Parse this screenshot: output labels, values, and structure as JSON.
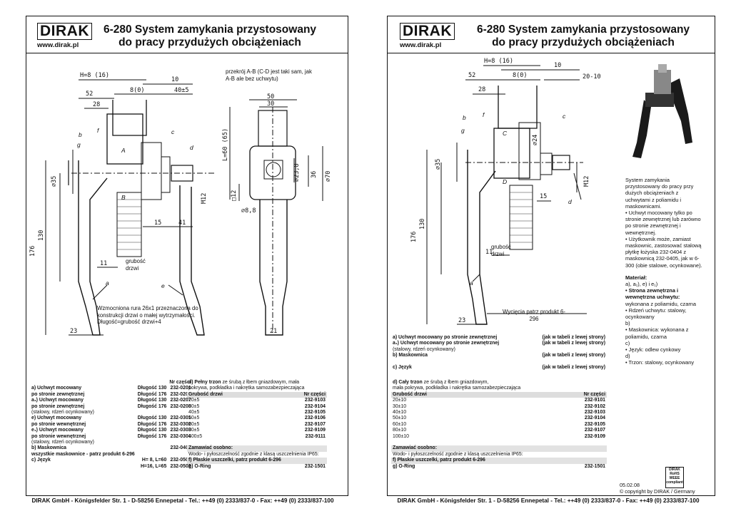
{
  "brand": {
    "logo": "DIRAK",
    "url": "www.dirak.pl"
  },
  "title_line1": "6-280 System zamykania przystosowany",
  "title_line2": "do pracy przydużych obciążeniach",
  "footer": "DIRAK GmbH - Königsfelder Str. 1 - D-58256 Ennepetal - Tel.: ++49 (0) 2333/837-0 - Fax: ++49 (0) 2333/837-100",
  "left": {
    "section_note": "przekrój A-B (C-D jest taki sam, jak A-B ale bez uchwytu)",
    "dims": {
      "h": "H=8  (16)",
      "d10": "10",
      "d52": "52",
      "d8": "8(0)",
      "d40": "40±5",
      "d28": "28",
      "d35": "⌀35",
      "d130": "130",
      "d176": "176",
      "d15": "15",
      "d41": "41",
      "d11": "11",
      "d23": "23",
      "d50": "50",
      "d30": "30",
      "dL": "L=60  (65)",
      "d238": "⌀23,8",
      "d36": "36",
      "d70": "⌀70",
      "d12": "□12",
      "d88": "⌀8,8",
      "d21": "21",
      "m12": "M12"
    },
    "labels": {
      "a": "a",
      "b": "b",
      "c": "c",
      "d": "d",
      "e": "e",
      "f": "f",
      "g": "g",
      "A": "A",
      "B": "B"
    },
    "gr_label": "grubość drzwi",
    "tube_note": "Wzmocniona rura 26x1 przeznaczona do konstrukcji drzwi o małej wytrzymałości. Długość=grubość drzwi+4",
    "parts_header": "Nr części",
    "parts": [
      {
        "c1": "a)  Uchwyt mocowany",
        "c2": "Długość 130",
        "c3": "232-0201",
        "bold": true
      },
      {
        "c1": "po stronie zewnętrznej",
        "c2": "Długość 176",
        "c3": "232-0202",
        "bold": true
      },
      {
        "c1": "a₁) Uchwyt mocowany",
        "c2": "Długość 130",
        "c3": "232-0207",
        "bold": true
      },
      {
        "c1": "po stronie zewnętrznej",
        "c2": "Długość 176",
        "c3": "232-0208",
        "bold": true
      },
      {
        "c1": "(stalowy, rdzeń ocynkowany)",
        "c2": "",
        "c3": "",
        "bold": false
      },
      {
        "c1": "e)  Uchwyt mocowany",
        "c2": "Długość 130",
        "c3": "232-0301",
        "bold": true
      },
      {
        "c1": "po stronie wewnętrznej",
        "c2": "Długość 176",
        "c3": "232-0302",
        "bold": true
      },
      {
        "c1": "e₁) Uchwyt mocowany",
        "c2": "Długość 130",
        "c3": "232-0303",
        "bold": true
      },
      {
        "c1": "po stronie wewnętrznej",
        "c2": "Długość 176",
        "c3": "232-0304",
        "bold": true
      },
      {
        "c1": "(stalowy, rdzeń ocynkowany)",
        "c2": "",
        "c3": "",
        "bold": false
      },
      {
        "c1": "b)  Maskownica",
        "c2": "",
        "c3": "232-0402",
        "bold": true
      },
      {
        "c1": "    wszystkie maskownice - patrz produkt 6-296",
        "c2": "",
        "c3": "",
        "bold": true
      },
      {
        "c1": "c)  Język",
        "c2": "H= 8, L=60",
        "c3": "232-0501",
        "bold": true
      },
      {
        "c1": "",
        "c2": "H=16, L=65",
        "c3": "232-0502",
        "bold": true
      }
    ],
    "trzon_title": "d)  Pełny trzon",
    "trzon_desc1": "ze śrubą z łbem gniazdowym, mała",
    "trzon_desc2": "pokrywa, podkładka i nakrętka samozabezpieczająca",
    "trzon_h1": "Grubość drzwi",
    "trzon_h2": "Nr części",
    "trzon": [
      {
        "g": "20±5",
        "n": "232-9103"
      },
      {
        "g": "30±5",
        "n": "232-9104"
      },
      {
        "g": "40±5",
        "n": "232-9105"
      },
      {
        "g": "50±5",
        "n": "232-9106"
      },
      {
        "g": "60±5",
        "n": "232-9107"
      },
      {
        "g": "80±5",
        "n": "232-9109"
      },
      {
        "g": "100±5",
        "n": "232-9111"
      }
    ],
    "zam_title": "Zamawiać osobno:",
    "zam_desc": "Wodo- i pyłoszczelność zgodnie z klasą uszczelnienia IP65:",
    "f_row": "f)  Płaskie uszczelki, patrz produkt 6-296",
    "g_row": "g)  O-Ring",
    "g_nr": "232-1501"
  },
  "right": {
    "dims": {
      "h": "H=8  (16)",
      "d10": "10",
      "d52": "52",
      "d8": "8(0)",
      "d20": "20-10",
      "d28": "28",
      "d35": "⌀35",
      "d24": "⌀24",
      "d130": "130",
      "d176": "176",
      "d15": "15",
      "d11": "11",
      "d23": "23",
      "m12": "M12"
    },
    "labels": {
      "a": "a",
      "b": "b",
      "c": "c",
      "d": "d",
      "f": "f",
      "g": "g",
      "C": "C",
      "D": "D"
    },
    "gr_label": "grubość drzwi",
    "wyciecie": "Wycięcia patrz produkt 6-296",
    "parts": [
      {
        "c1": "a)  Uchwyt mocowany po stronie zewnętrznej",
        "c2": "(jak w tabeli z lewej strony)",
        "bold": true
      },
      {
        "c1": "a₁) Uchwyt mocowany po stronie zewnętrznej",
        "c2": "(jak w tabeli z lewej strony)",
        "bold": true
      },
      {
        "c1": "(stalowy, rdzeń ocynkowany)",
        "c2": "",
        "bold": false
      },
      {
        "c1": "b)  Maskownica",
        "c2": "(jak w tabeli z lewej strony)",
        "bold": true
      },
      {
        "c1": "",
        "c2": "",
        "bold": false
      },
      {
        "c1": "c)  Język",
        "c2": "(jak w tabeli z lewej strony)",
        "bold": true
      }
    ],
    "trzon_title": "d)  Cały trzon",
    "trzon_desc1": "ze śrubą z łbem gniazdowym,",
    "trzon_desc2": "mała pokrywa, podkładka i nakrętka samozabezpieczająca",
    "trzon_h1": "Grubość drzwi",
    "trzon_h2": "Nr części",
    "trzon": [
      {
        "g": "20±10",
        "n": "232-9101"
      },
      {
        "g": "30±10",
        "n": "232-9102"
      },
      {
        "g": "40±10",
        "n": "232-9103"
      },
      {
        "g": "50±10",
        "n": "232-9104"
      },
      {
        "g": "60±10",
        "n": "232-9105"
      },
      {
        "g": "80±10",
        "n": "232-9107"
      },
      {
        "g": "100±10",
        "n": "232-9109"
      }
    ],
    "zam_title": "Zamawiać osobno:",
    "zam_desc": "Wodo- i pyłoszczelność zgodnie z klasą uszczelnienia IP65:",
    "f_row": "f)  Płaskie uszczelki, patrz produkt 6-296",
    "g_row": "g)  O-Ring",
    "g_nr": "232-1501",
    "sidebar": {
      "intro": "System zamykania przystosowany do pracy przy dużych obciążeniach z uchwytami z poliamidu i maskownicami.",
      "b1": "• Uchwyt mocowany tylko po stronie zewnętrznej lub zarówno po stronie zewnętrznej i wewnętrznej.",
      "b2": "• Użytkownik może, zamiast maskownic, zastosować stalową płytkę łożyska 232-0404 z maskownicą 232-0405, jak w 6-300 (obie stalowe, ocynkowane).",
      "mat_title": "Materiał:",
      "mat1": "a), a₁), e) i e₁)",
      "mat2": "• Strona zewnętrzna i wewnętrzna uchwytu:",
      "mat3": "wykonana z poliamidu, czarna",
      "mat4": "• Rdzeń uchwytu: stalowy, ocynkowany",
      "mat5": "b)",
      "mat6": "• Maskownica: wykonana z poliamidu, czarna",
      "mat7": "c)",
      "mat8": "• Język: odlew cynkowy",
      "mat9": "d)",
      "mat10": "• Trzon: stalowy, ocynkowany"
    },
    "date": "05.02.08",
    "copyright": "© copyright by DIRAK / Germany",
    "badge": "DIRAK RoHS WEEE compliant"
  }
}
